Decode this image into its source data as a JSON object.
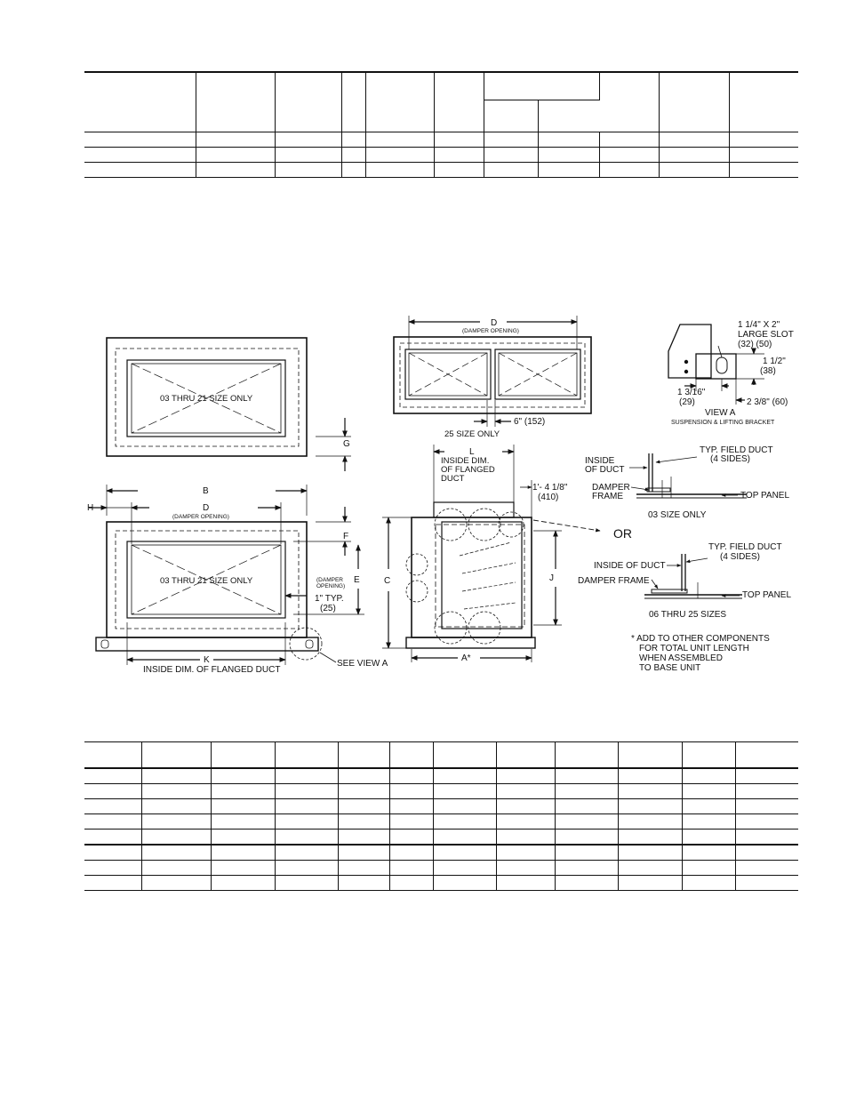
{
  "labels": {
    "front_inner": "03 THRU 21 SIZE ONLY",
    "front_inner2": "03 THRU 21 SIZE ONLY",
    "dim_g": "G",
    "dim_b": "B",
    "dim_h": "H",
    "dim_d": "D",
    "damper_opening": "(DAMPER OPENING)",
    "dim_f": "F",
    "damper_opening_small_1": "(DAMPER",
    "damper_opening_small_2": "OPENING)",
    "dim_e": "E",
    "typ_1": "1\" TYP.",
    "typ_mm": "(25)",
    "dim_k": "K",
    "inside_dim_flanged": "INSIDE DIM. OF FLANGED DUCT",
    "see_view_a": "SEE VIEW A",
    "top_d": "D",
    "top_damper_opening": "(DAMPER OPENING)",
    "six_in": "6\" (152)",
    "size25_only": "25 SIZE ONLY",
    "dim_l": "L",
    "inside_dim_1": "INSIDE DIM.",
    "inside_dim_2": "OF FLANGED",
    "inside_dim_3": "DUCT",
    "dim_1ft": "1'- 4 1/8\"",
    "dim_410": "(410)",
    "dim_c": "C",
    "dim_j": "J",
    "dim_a": "A*",
    "or": "OR",
    "slot_1": "1 1/4\" X 2\"",
    "slot_2": "LARGE SLOT",
    "slot_3": "(32)   (50)",
    "half_in": "1 1/2\"",
    "half_mm": "(38)",
    "three_16": "1 3/16\"",
    "three_16_mm": "(29)",
    "two_38": "2 3/8\" (60)",
    "view_a": "VIEW A",
    "bracket": "SUSPENSION & LIFTING BRACKET",
    "typ_field_duct": "TYP. FIELD DUCT",
    "four_sides": "(4 SIDES)",
    "inside_of_duct_1": "INSIDE",
    "inside_of_duct_2": "OF DUCT",
    "damper_frame_1": "DAMPER",
    "damper_frame_2": "FRAME",
    "top_panel": "TOP PANEL",
    "size03_only": "03 SIZE ONLY",
    "typ_field_duct2": "TYP. FIELD DUCT",
    "four_sides2": "(4 SIDES)",
    "inside_of_duct_full": "INSIDE OF DUCT",
    "damper_frame_full": "DAMPER FRAME",
    "top_panel2": "TOP PANEL",
    "sizes06_25": "06 THRU 25 SIZES",
    "note_1": "* ADD TO OTHER COMPONENTS",
    "note_2": "FOR TOTAL UNIT LENGTH",
    "note_3": "WHEN ASSEMBLED",
    "note_4": "TO BASE UNIT"
  }
}
